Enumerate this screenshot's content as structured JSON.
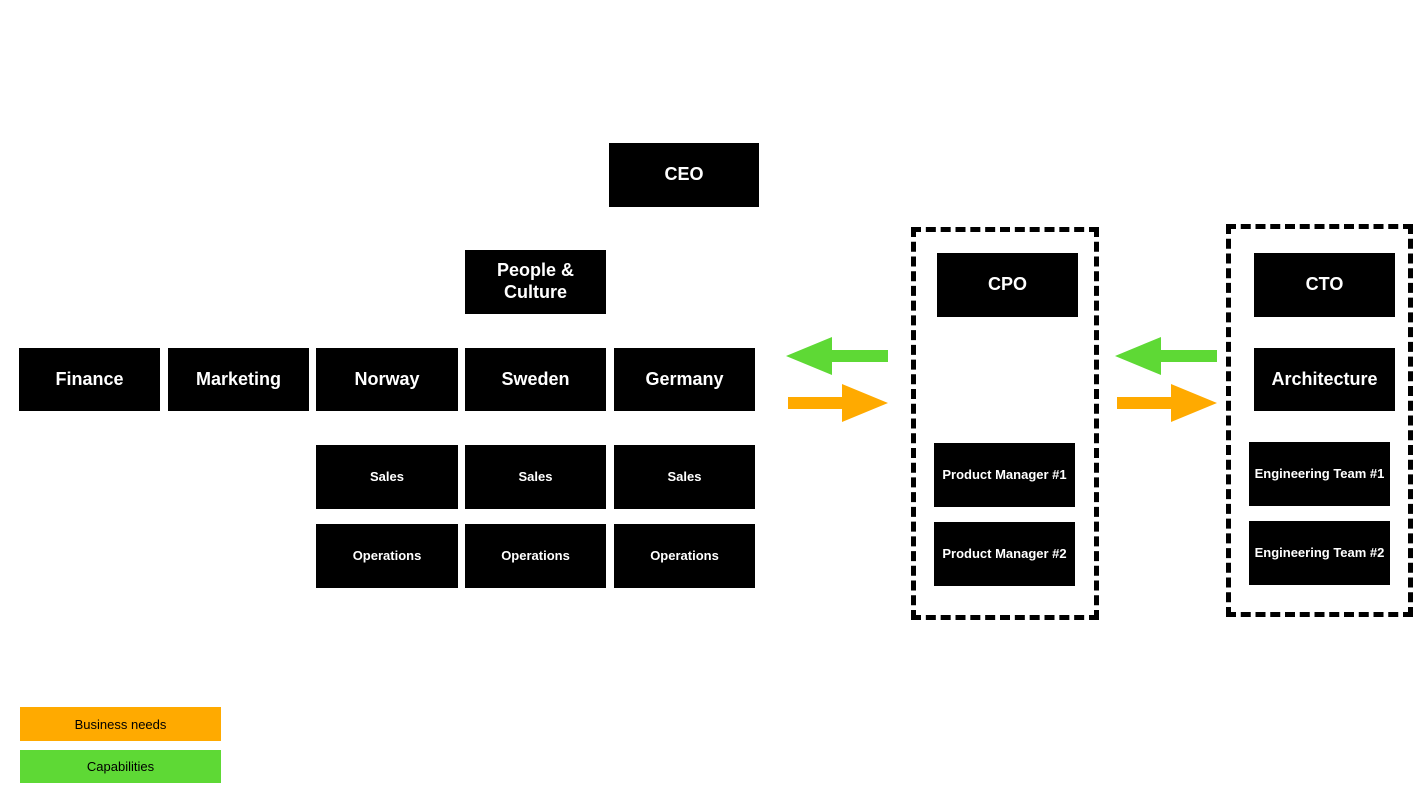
{
  "org": {
    "ceo": "CEO",
    "people_culture": "People & Culture",
    "departments": [
      "Finance",
      "Marketing",
      "Norway",
      "Sweden",
      "Germany"
    ],
    "country_units": {
      "norway": {
        "sales": "Sales",
        "operations": "Operations"
      },
      "sweden": {
        "sales": "Sales",
        "operations": "Operations"
      },
      "germany": {
        "sales": "Sales",
        "operations": "Operations"
      }
    }
  },
  "product": {
    "cpo": "CPO",
    "managers": [
      "Product Manager #1",
      "Product Manager #2"
    ]
  },
  "tech": {
    "cto": "CTO",
    "architecture": "Architecture",
    "teams": [
      "Engineering Team #1",
      "Engineering Team #2"
    ]
  },
  "legend": {
    "business_needs": "Business needs",
    "capabilities": "Capabilities"
  },
  "colors": {
    "business_needs": "#FFAA00",
    "capabilities": "#5ED935",
    "box": "#000000",
    "box_text": "#FFFFFF"
  }
}
